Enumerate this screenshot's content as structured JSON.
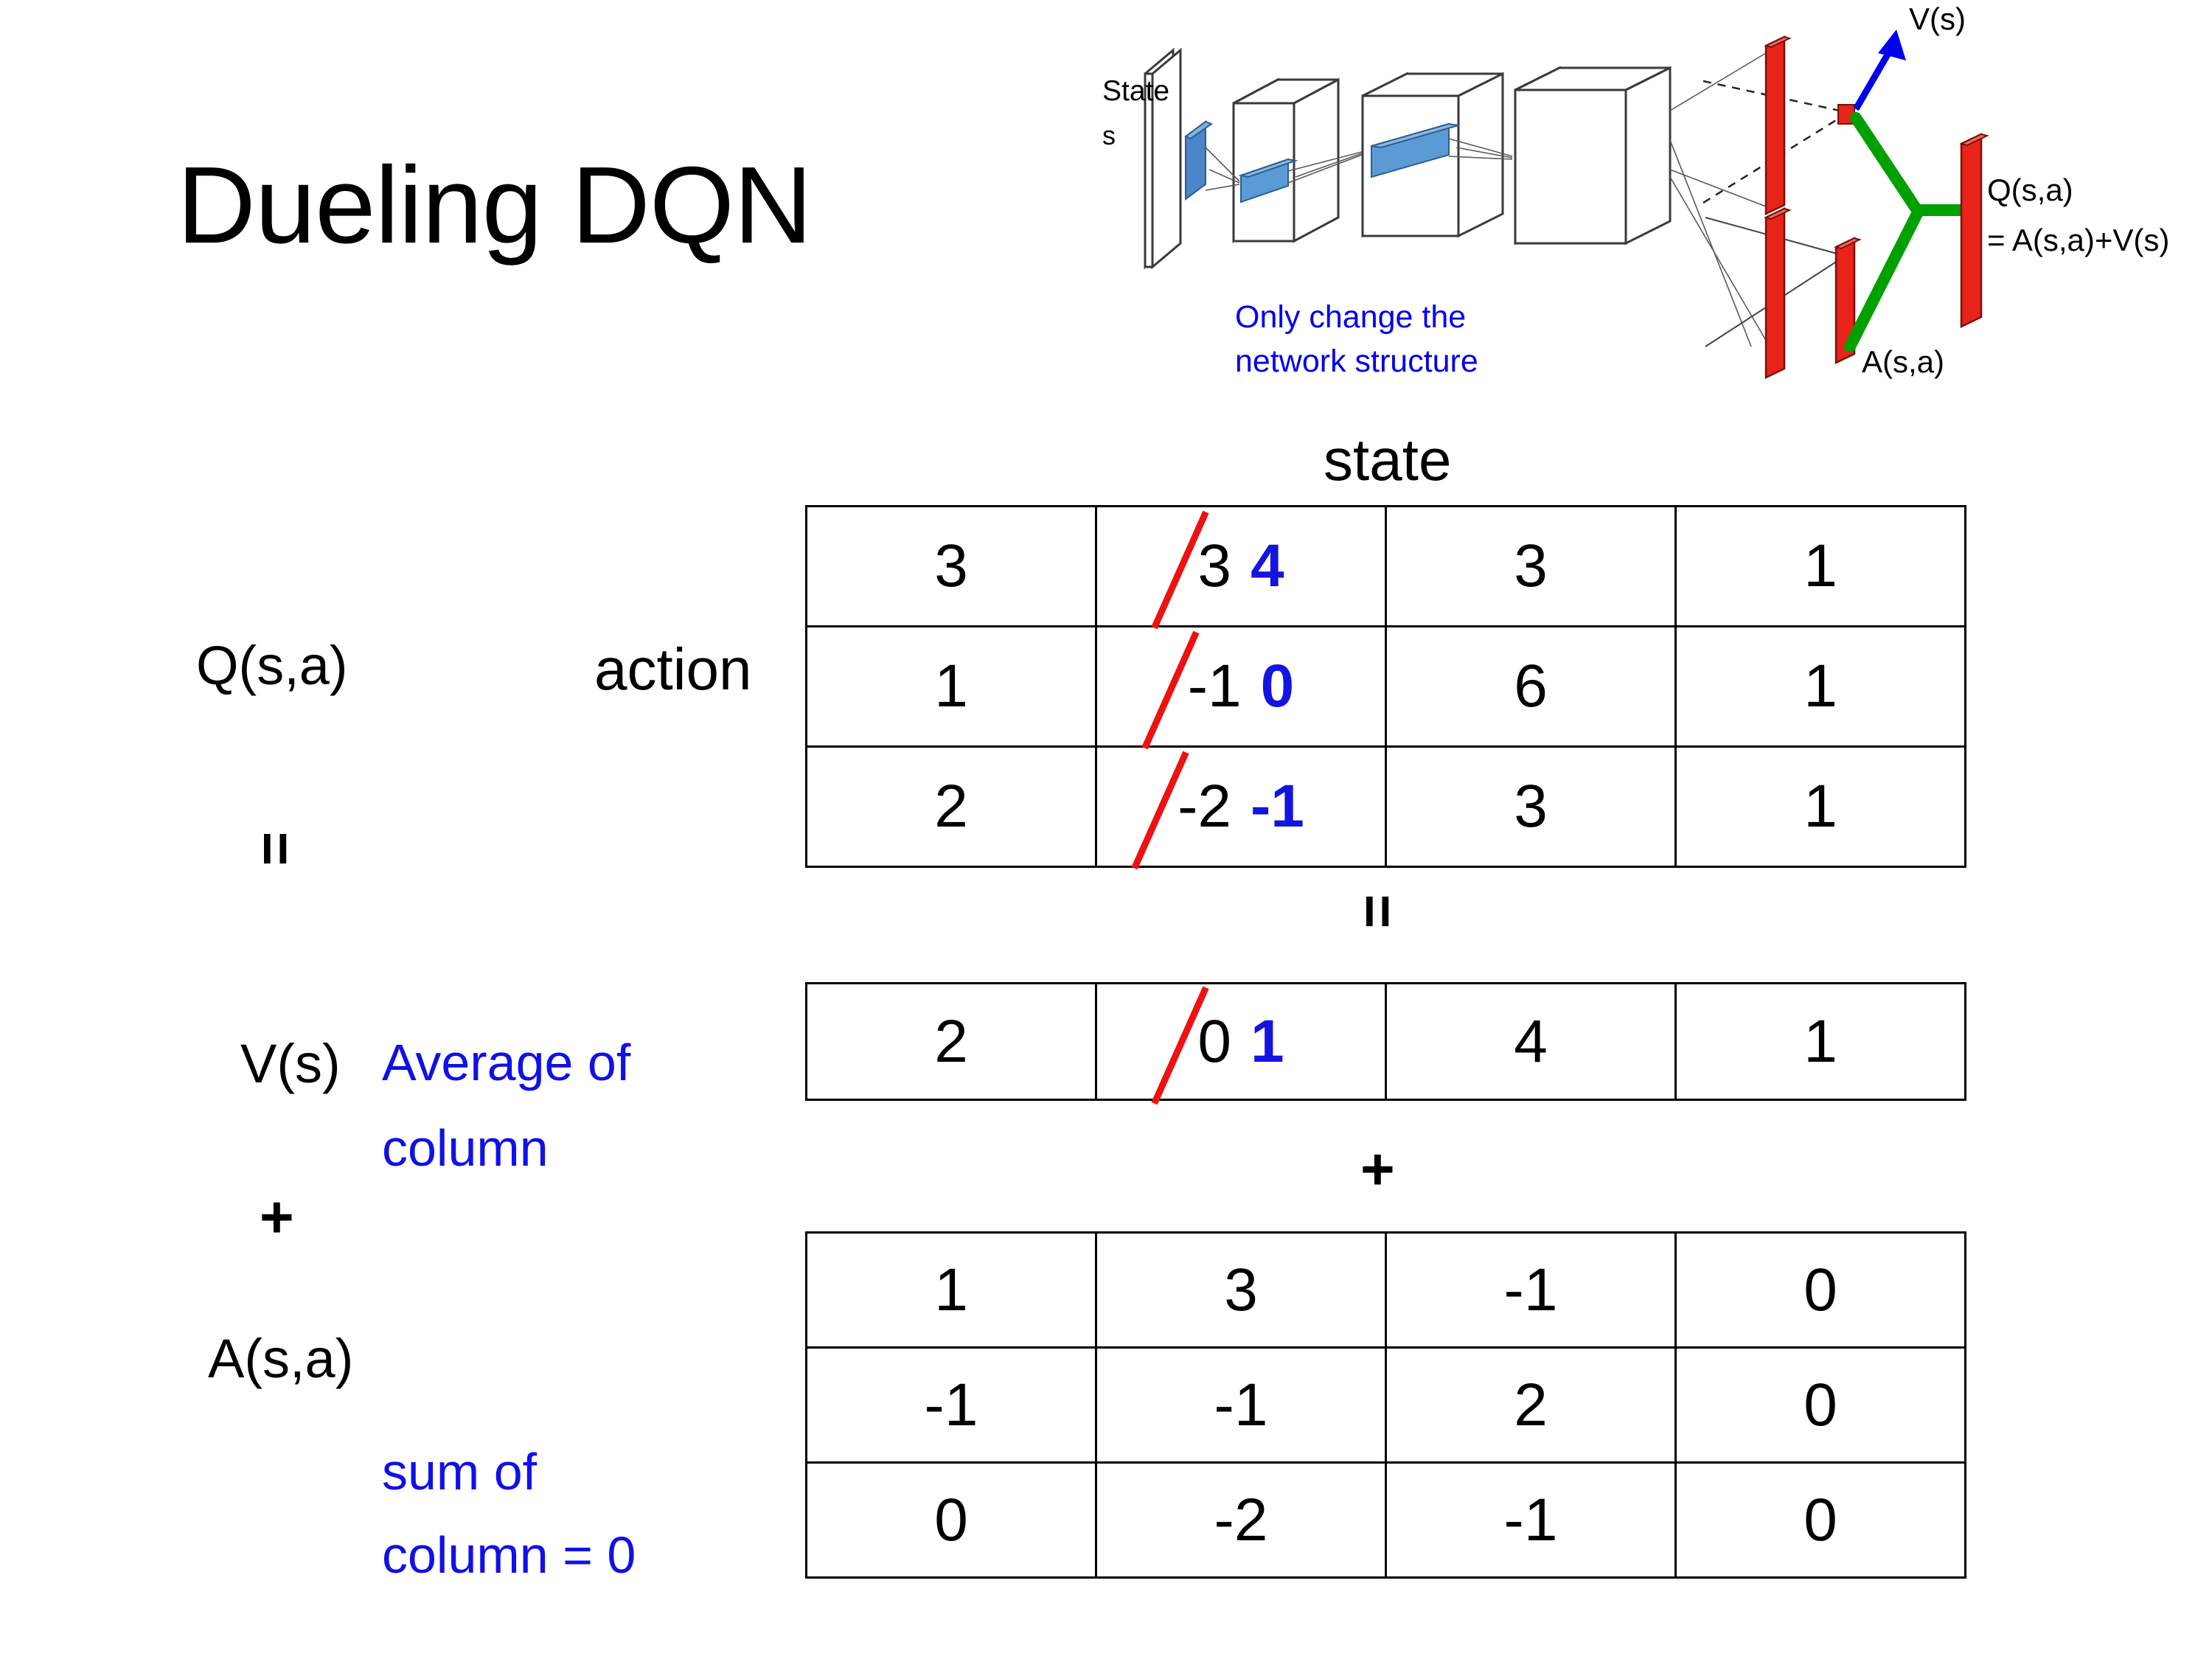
{
  "title": "Dueling DQN",
  "colors": {
    "blue_note": "#1010e8",
    "blue_value": "#1414e0",
    "strike_red": "#ee1111",
    "diagram_blue_fill": "#5b9bd5",
    "diagram_red_fill": "#e8231a",
    "diagram_green": "#00a000",
    "diagram_arrow_blue": "#0000ee"
  },
  "diagram": {
    "input_label_line1": "State",
    "input_label_line2": "s",
    "note_line1": "Only change the",
    "note_line2": "network structure",
    "value_head_label": "V(s)",
    "advantage_head_label": "A(s,a)",
    "output_label_line1": "Q(s,a)",
    "output_label_line2": "= A(s,a)+V(s)"
  },
  "labels": {
    "state_axis": "state",
    "action_axis": "action",
    "q_label": "Q(s,a)",
    "v_label": "V(s)",
    "a_label": "A(s,a)",
    "equals_under_q": "=",
    "plus_under_v": "+",
    "equals_between_q_and_v": "=",
    "plus_between_v_and_a": "+",
    "v_note_line1": "Average of",
    "v_note_line2": "column",
    "a_note_line1": "sum of",
    "a_note_line2": "column = 0"
  },
  "chart_data": {
    "type": "table",
    "title": "Dueling DQN value/advantage decomposition",
    "xlabel": "state",
    "ylabel": "action",
    "tables": [
      {
        "name": "Q(s,a)",
        "rows": 3,
        "cols": 4,
        "values": [
          [
            "3",
            "3",
            "3",
            "1"
          ],
          [
            "1",
            "-1",
            "6",
            "1"
          ],
          [
            "2",
            "-2",
            "3",
            "1"
          ]
        ],
        "corrections": [
          {
            "row": 0,
            "col": 1,
            "old": "3",
            "new": "4"
          },
          {
            "row": 1,
            "col": 1,
            "old": "-1",
            "new": "0"
          },
          {
            "row": 2,
            "col": 1,
            "old": "-2",
            "new": "-1"
          }
        ]
      },
      {
        "name": "V(s)",
        "rows": 1,
        "cols": 4,
        "values": [
          [
            "2",
            "0",
            "4",
            "1"
          ]
        ],
        "corrections": [
          {
            "row": 0,
            "col": 1,
            "old": "0",
            "new": "1"
          }
        ]
      },
      {
        "name": "A(s,a)",
        "rows": 3,
        "cols": 4,
        "values": [
          [
            "1",
            "3",
            "-1",
            "0"
          ],
          [
            "-1",
            "-1",
            "2",
            "0"
          ],
          [
            "0",
            "-2",
            "-1",
            "0"
          ]
        ],
        "corrections": []
      }
    ],
    "relation": "Q(s,a) = V(s) + A(s,a)"
  },
  "q_table": {
    "r0": {
      "c0": "3",
      "c1_old": "3",
      "c1_new": "4",
      "c2": "3",
      "c3": "1"
    },
    "r1": {
      "c0": "1",
      "c1_old": "-1",
      "c1_new": "0",
      "c2": "6",
      "c3": "1"
    },
    "r2": {
      "c0": "2",
      "c1_old": "-2",
      "c1_new": "-1",
      "c2": "3",
      "c3": "1"
    }
  },
  "v_table": {
    "r0": {
      "c0": "2",
      "c1_old": "0",
      "c1_new": "1",
      "c2": "4",
      "c3": "1"
    }
  },
  "a_table": {
    "r0": {
      "c0": "1",
      "c1": "3",
      "c2": "-1",
      "c3": "0"
    },
    "r1": {
      "c0": "-1",
      "c1": "-1",
      "c2": "2",
      "c3": "0"
    },
    "r2": {
      "c0": "0",
      "c1": "-2",
      "c2": "-1",
      "c3": "0"
    }
  }
}
